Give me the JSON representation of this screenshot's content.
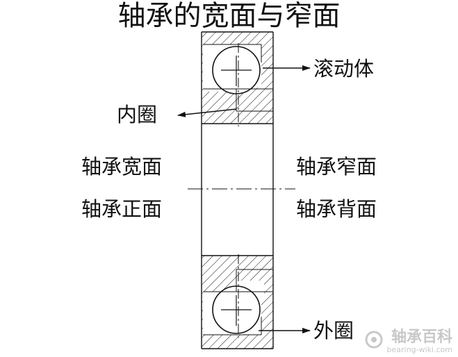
{
  "title": "轴承的宽面与窄面",
  "labels": {
    "rolling_element": "滚动体",
    "inner_ring": "内圈",
    "outer_ring": "外圈",
    "wide_face": "轴承宽面",
    "front_face": "轴承正面",
    "narrow_face": "轴承窄面",
    "back_face": "轴承背面"
  },
  "watermark": {
    "name": "轴承百科",
    "url": "bearing-wiki.com"
  },
  "colors": {
    "line": "#111111",
    "watermark": "#c8c8c8"
  }
}
